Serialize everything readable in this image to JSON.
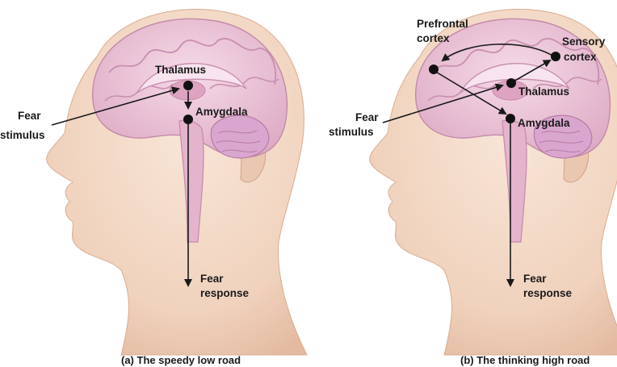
{
  "panel_a": {
    "labels": {
      "thalamus": "Thalamus",
      "amygdala": "Amygdala",
      "fear_stimulus": [
        "Fear",
        "stimulus"
      ],
      "fear_response": [
        "Fear",
        "response"
      ]
    },
    "caption": "(a) The speedy low road"
  },
  "panel_b": {
    "labels": {
      "prefrontal_cortex": [
        "Prefrontal",
        "cortex"
      ],
      "sensory_cortex": [
        "Sensory",
        "cortex"
      ],
      "thalamus": "Thalamus",
      "amygdala": "Amygdala",
      "fear_stimulus": [
        "Fear",
        "stimulus"
      ],
      "fear_response": [
        "Fear",
        "response"
      ]
    },
    "caption": "(b) The thinking high road"
  },
  "colors": {
    "skin": "#f3d9c6",
    "skin_shadow": "#e3b99f",
    "brain": "#e9bfd3",
    "brain_fold": "#c98fb0",
    "cerebellum": "#d9a6cf",
    "arrow": "#1a1a1a"
  }
}
